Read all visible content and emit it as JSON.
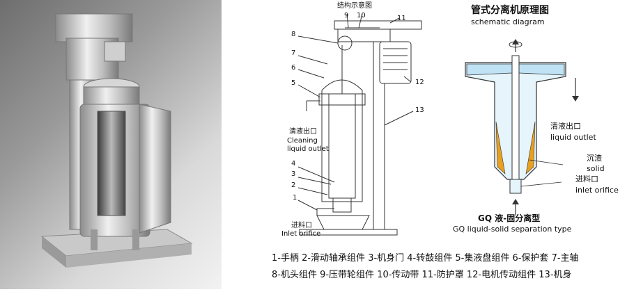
{
  "photo": {
    "description_icon": "tubular-centrifuge-photo"
  },
  "structure": {
    "title": "结构示意图",
    "numbers": [
      "1",
      "2",
      "3",
      "4",
      "5",
      "6",
      "7",
      "8",
      "9",
      "10",
      "11",
      "12",
      "13"
    ],
    "outlet_cn": "清液出口",
    "outlet_en1": "Cleaning",
    "outlet_en2": "liquid outlet",
    "inlet_cn": "进料口",
    "inlet_en": "Inlet orifice"
  },
  "principle": {
    "title_cn": "管式分离机原理图",
    "title_en": "schematic diagram",
    "outlet_cn": "清液出口",
    "outlet_en": "liquid outlet",
    "solid_cn": "沉渣",
    "solid_en": "solid",
    "inlet_cn": "进料口",
    "inlet_en": "inlet orifice",
    "type_cn": "GQ 液-固分离型",
    "type_en": "GQ liquid-solid separation type"
  },
  "legend": {
    "line1": "1-手柄 2-滑动轴承组件 3-机身门 4-转鼓组件 5-集液盘组件 6-保护套 7-主轴",
    "line2": "8-机头组件 9-压带轮组件 10-传动带 11-防护罩 12-电机传动组件 13-机身"
  },
  "colors": {
    "liquid": "#bfe3f5",
    "solid": "#e8a020",
    "outline": "#333333"
  }
}
